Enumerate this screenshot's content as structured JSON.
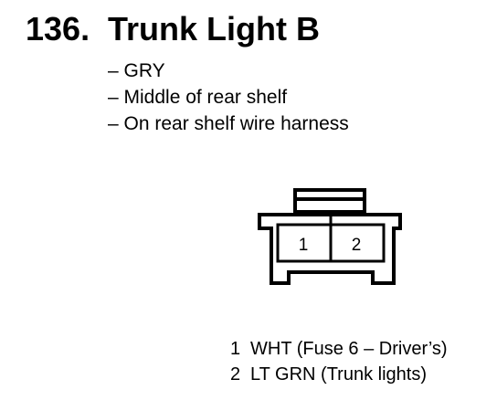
{
  "heading": {
    "number": "136.",
    "title": "Trunk Light B"
  },
  "details": [
    "– GRY",
    "– Middle of rear shelf",
    "– On rear shelf wire harness"
  ],
  "connector": {
    "cavity_labels": [
      "1",
      "2"
    ]
  },
  "pins": [
    {
      "number": "1",
      "description": "WHT (Fuse 6 – Driver’s)"
    },
    {
      "number": "2",
      "description": "LT GRN (Trunk lights)"
    }
  ]
}
